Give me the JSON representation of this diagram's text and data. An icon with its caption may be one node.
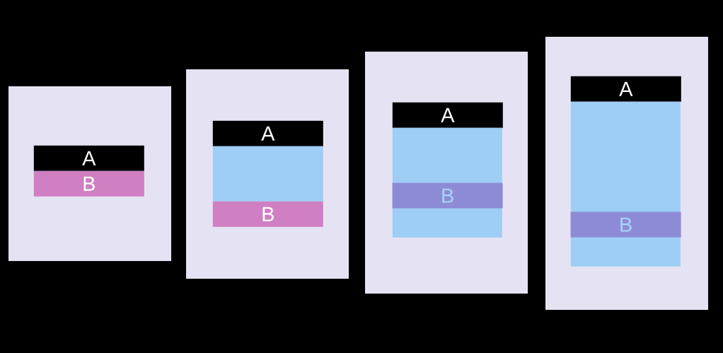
{
  "diagram": {
    "nodes": [
      {
        "text": [],
        "shape": "box"
      },
      {
        "text": [
          "A"
        ],
        "in": 0
      },
      {
        "text": [
          "B"
        ],
        "in": 0
      },
      {
        "text": [],
        "shape": "box"
      },
      {
        "text": [
          "A"
        ],
        "in": 3
      },
      {
        "text": [],
        "shape": "box",
        "in": 3
      },
      {
        "text": [
          "B"
        ],
        "in": 3
      },
      {
        "text": [],
        "shape": "box"
      },
      {
        "text": [
          "A"
        ],
        "in": 7
      },
      {
        "text": [],
        "shape": "box",
        "in": 7
      },
      {
        "text": [
          "B"
        ],
        "in": 9
      },
      {
        "text": [],
        "shape": "box"
      },
      {
        "text": [
          "A"
        ],
        "in": 11
      },
      {
        "text": [],
        "shape": "box",
        "in": 11
      },
      {
        "text": [
          "B"
        ],
        "in": 13
      }
    ]
  }
}
